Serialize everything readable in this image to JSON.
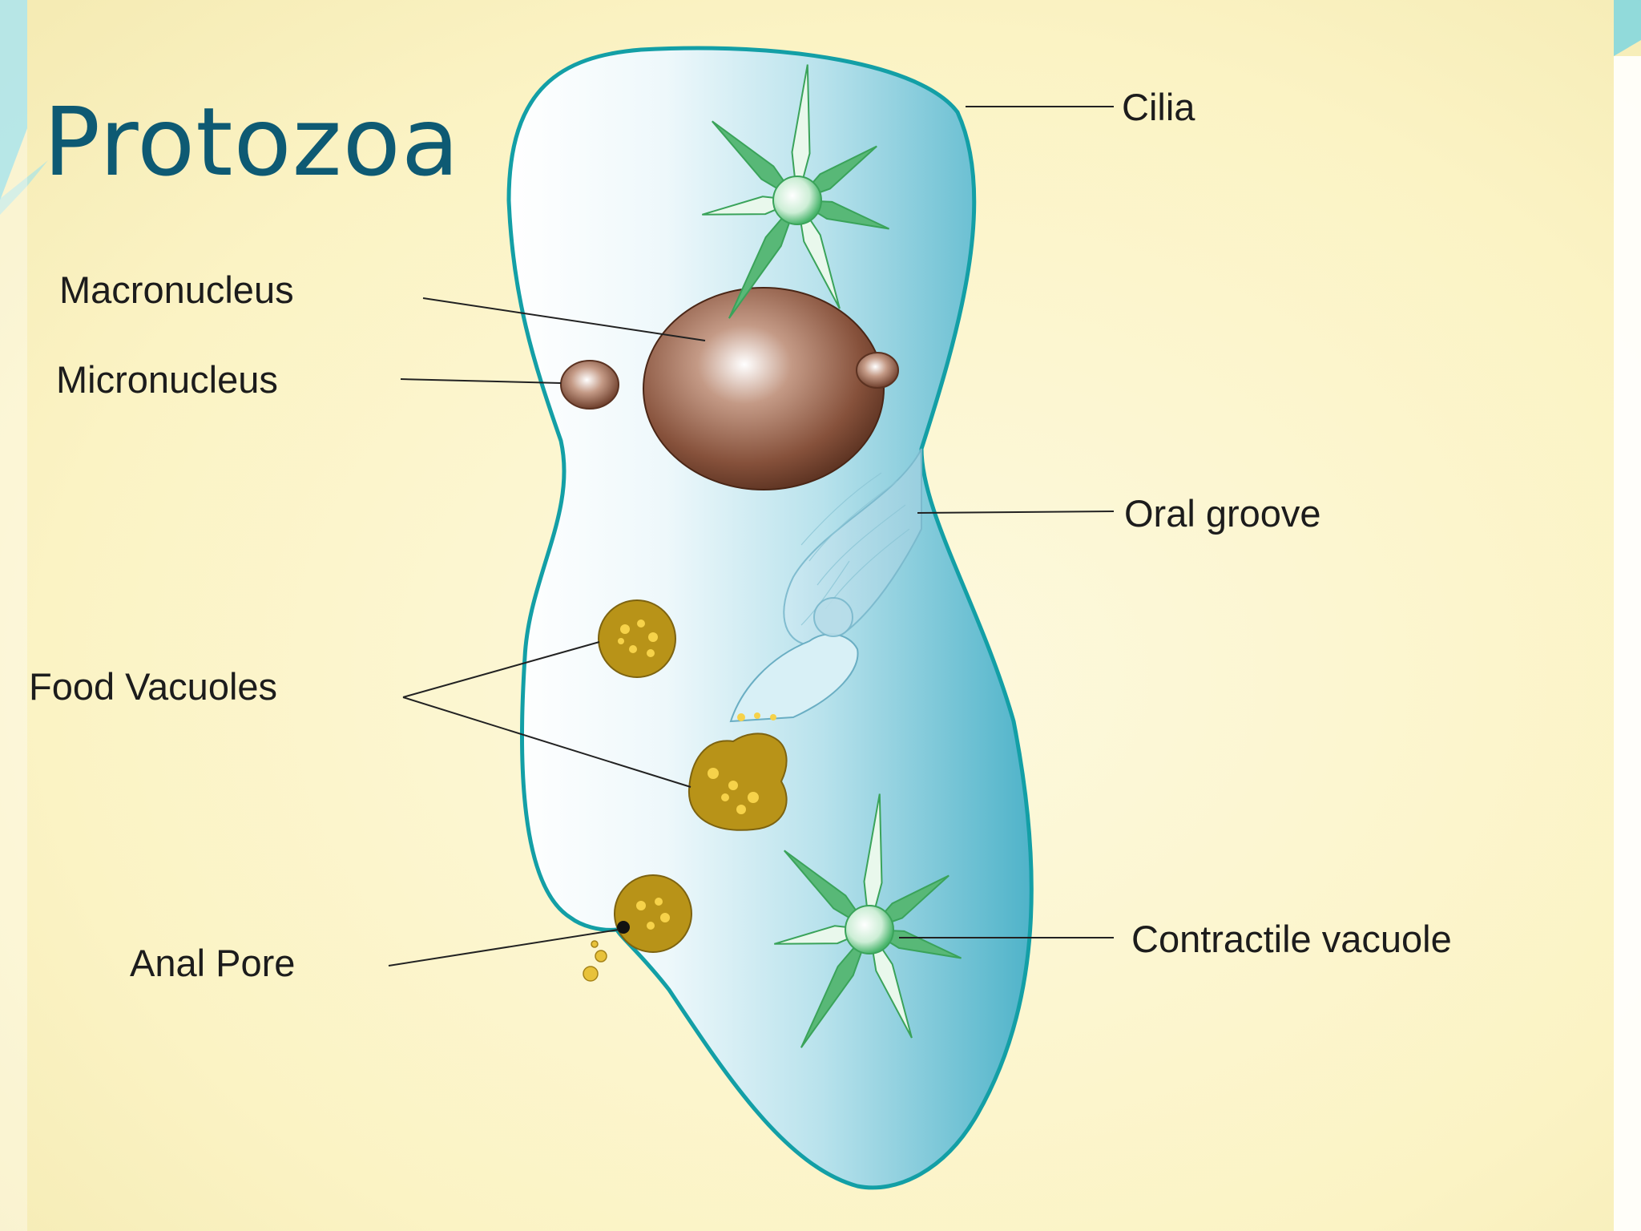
{
  "slide": {
    "title": "Protozoa"
  },
  "diagram": {
    "labels": {
      "cilia": "Cilia",
      "macronucleus": "Macronucleus",
      "micronucleus": "Micronucleus",
      "oral_groove": "Oral groove",
      "food_vacuoles": "Food Vacuoles",
      "anal_pore": "Anal Pore",
      "contractile_vacuole": "Contractile vacuole"
    }
  }
}
